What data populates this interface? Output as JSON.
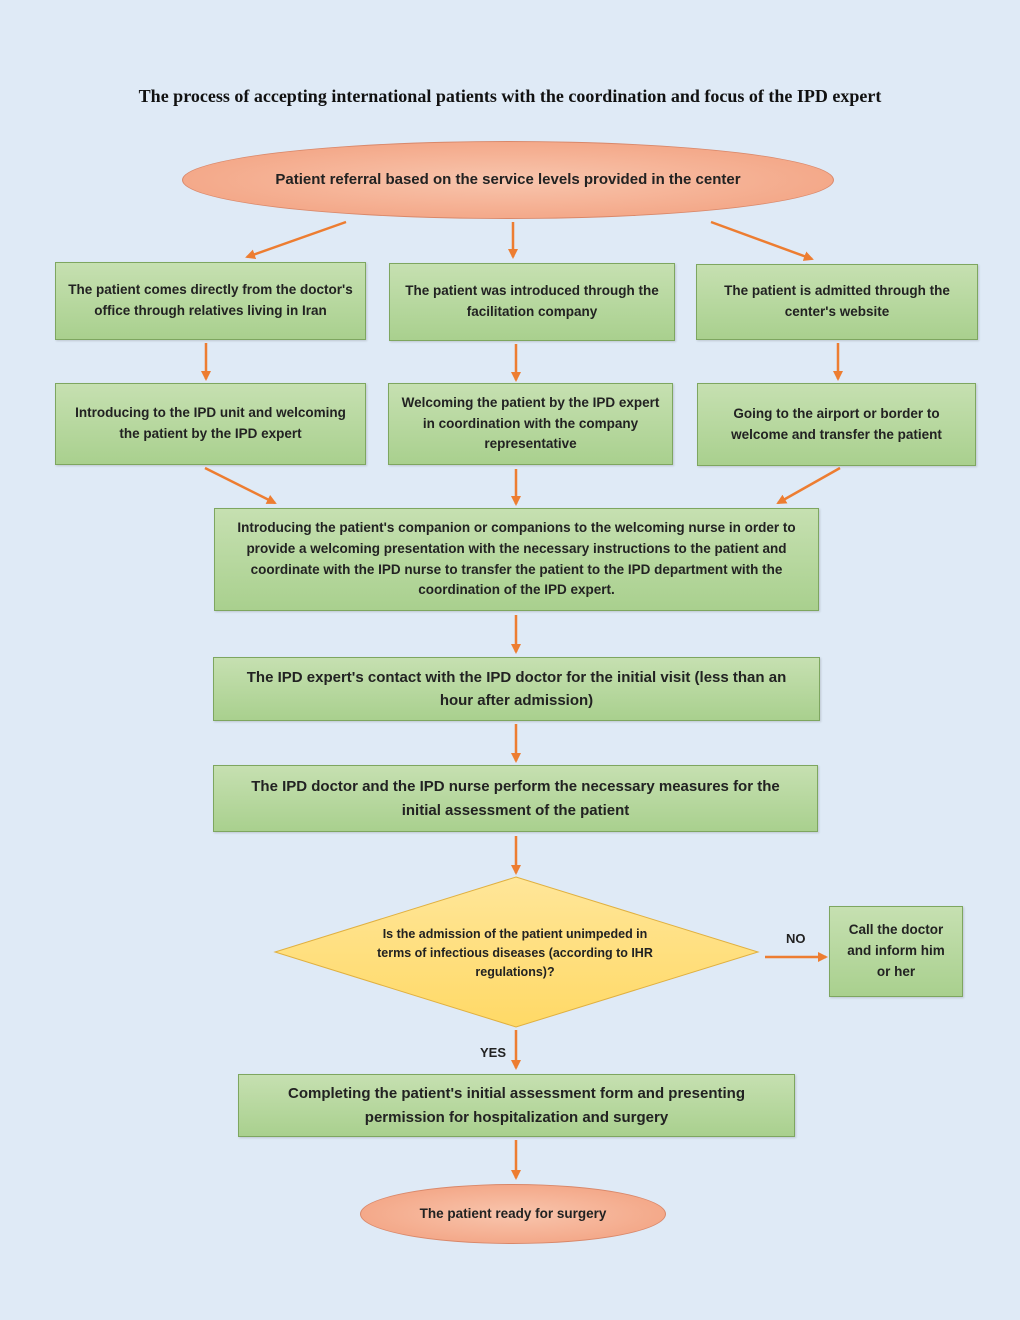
{
  "title": "The process of accepting international patients with the coordination and focus of the IPD expert",
  "start": "Patient referral based on the service levels provided in the center",
  "entry_paths": [
    "The patient comes directly from the doctor's office through relatives living in Iran",
    "The patient was introduced through the facilitation company",
    "The patient is admitted through the center's website"
  ],
  "reception_steps": [
    "Introducing to the IPD unit and welcoming the patient by the IPD expert",
    "Welcoming the patient by the IPD expert in coordination with the company representative",
    "Going to the airport or border to welcome and transfer the patient"
  ],
  "companion_step": "Introducing the patient's companion or companions to the welcoming nurse in order to provide a welcoming presentation with the necessary instructions to the patient and coordinate with the IPD nurse to transfer the patient to the IPD department with the coordination of the IPD expert.",
  "contact_step": "The IPD expert's contact with the IPD doctor for the initial visit (less than an hour after admission)",
  "assessment_step": "The IPD doctor and the IPD nurse perform the necessary measures for the initial assessment of the patient",
  "decision": "Is the admission of the patient unimpeded in terms of infectious diseases (according to IHR regulations)?",
  "no_label": "NO",
  "yes_label": "YES",
  "no_action": "Call the doctor and inform him   or her",
  "form_step": "Completing the patient's initial assessment form and presenting permission for hospitalization and surgery",
  "end": "The patient ready for surgery",
  "colors": {
    "background": "#dfeaf6",
    "box_fill": "#a9d08e",
    "oval_fill": "#f4a98a",
    "diamond_fill": "#ffd966",
    "arrow": "#ed7d31"
  }
}
